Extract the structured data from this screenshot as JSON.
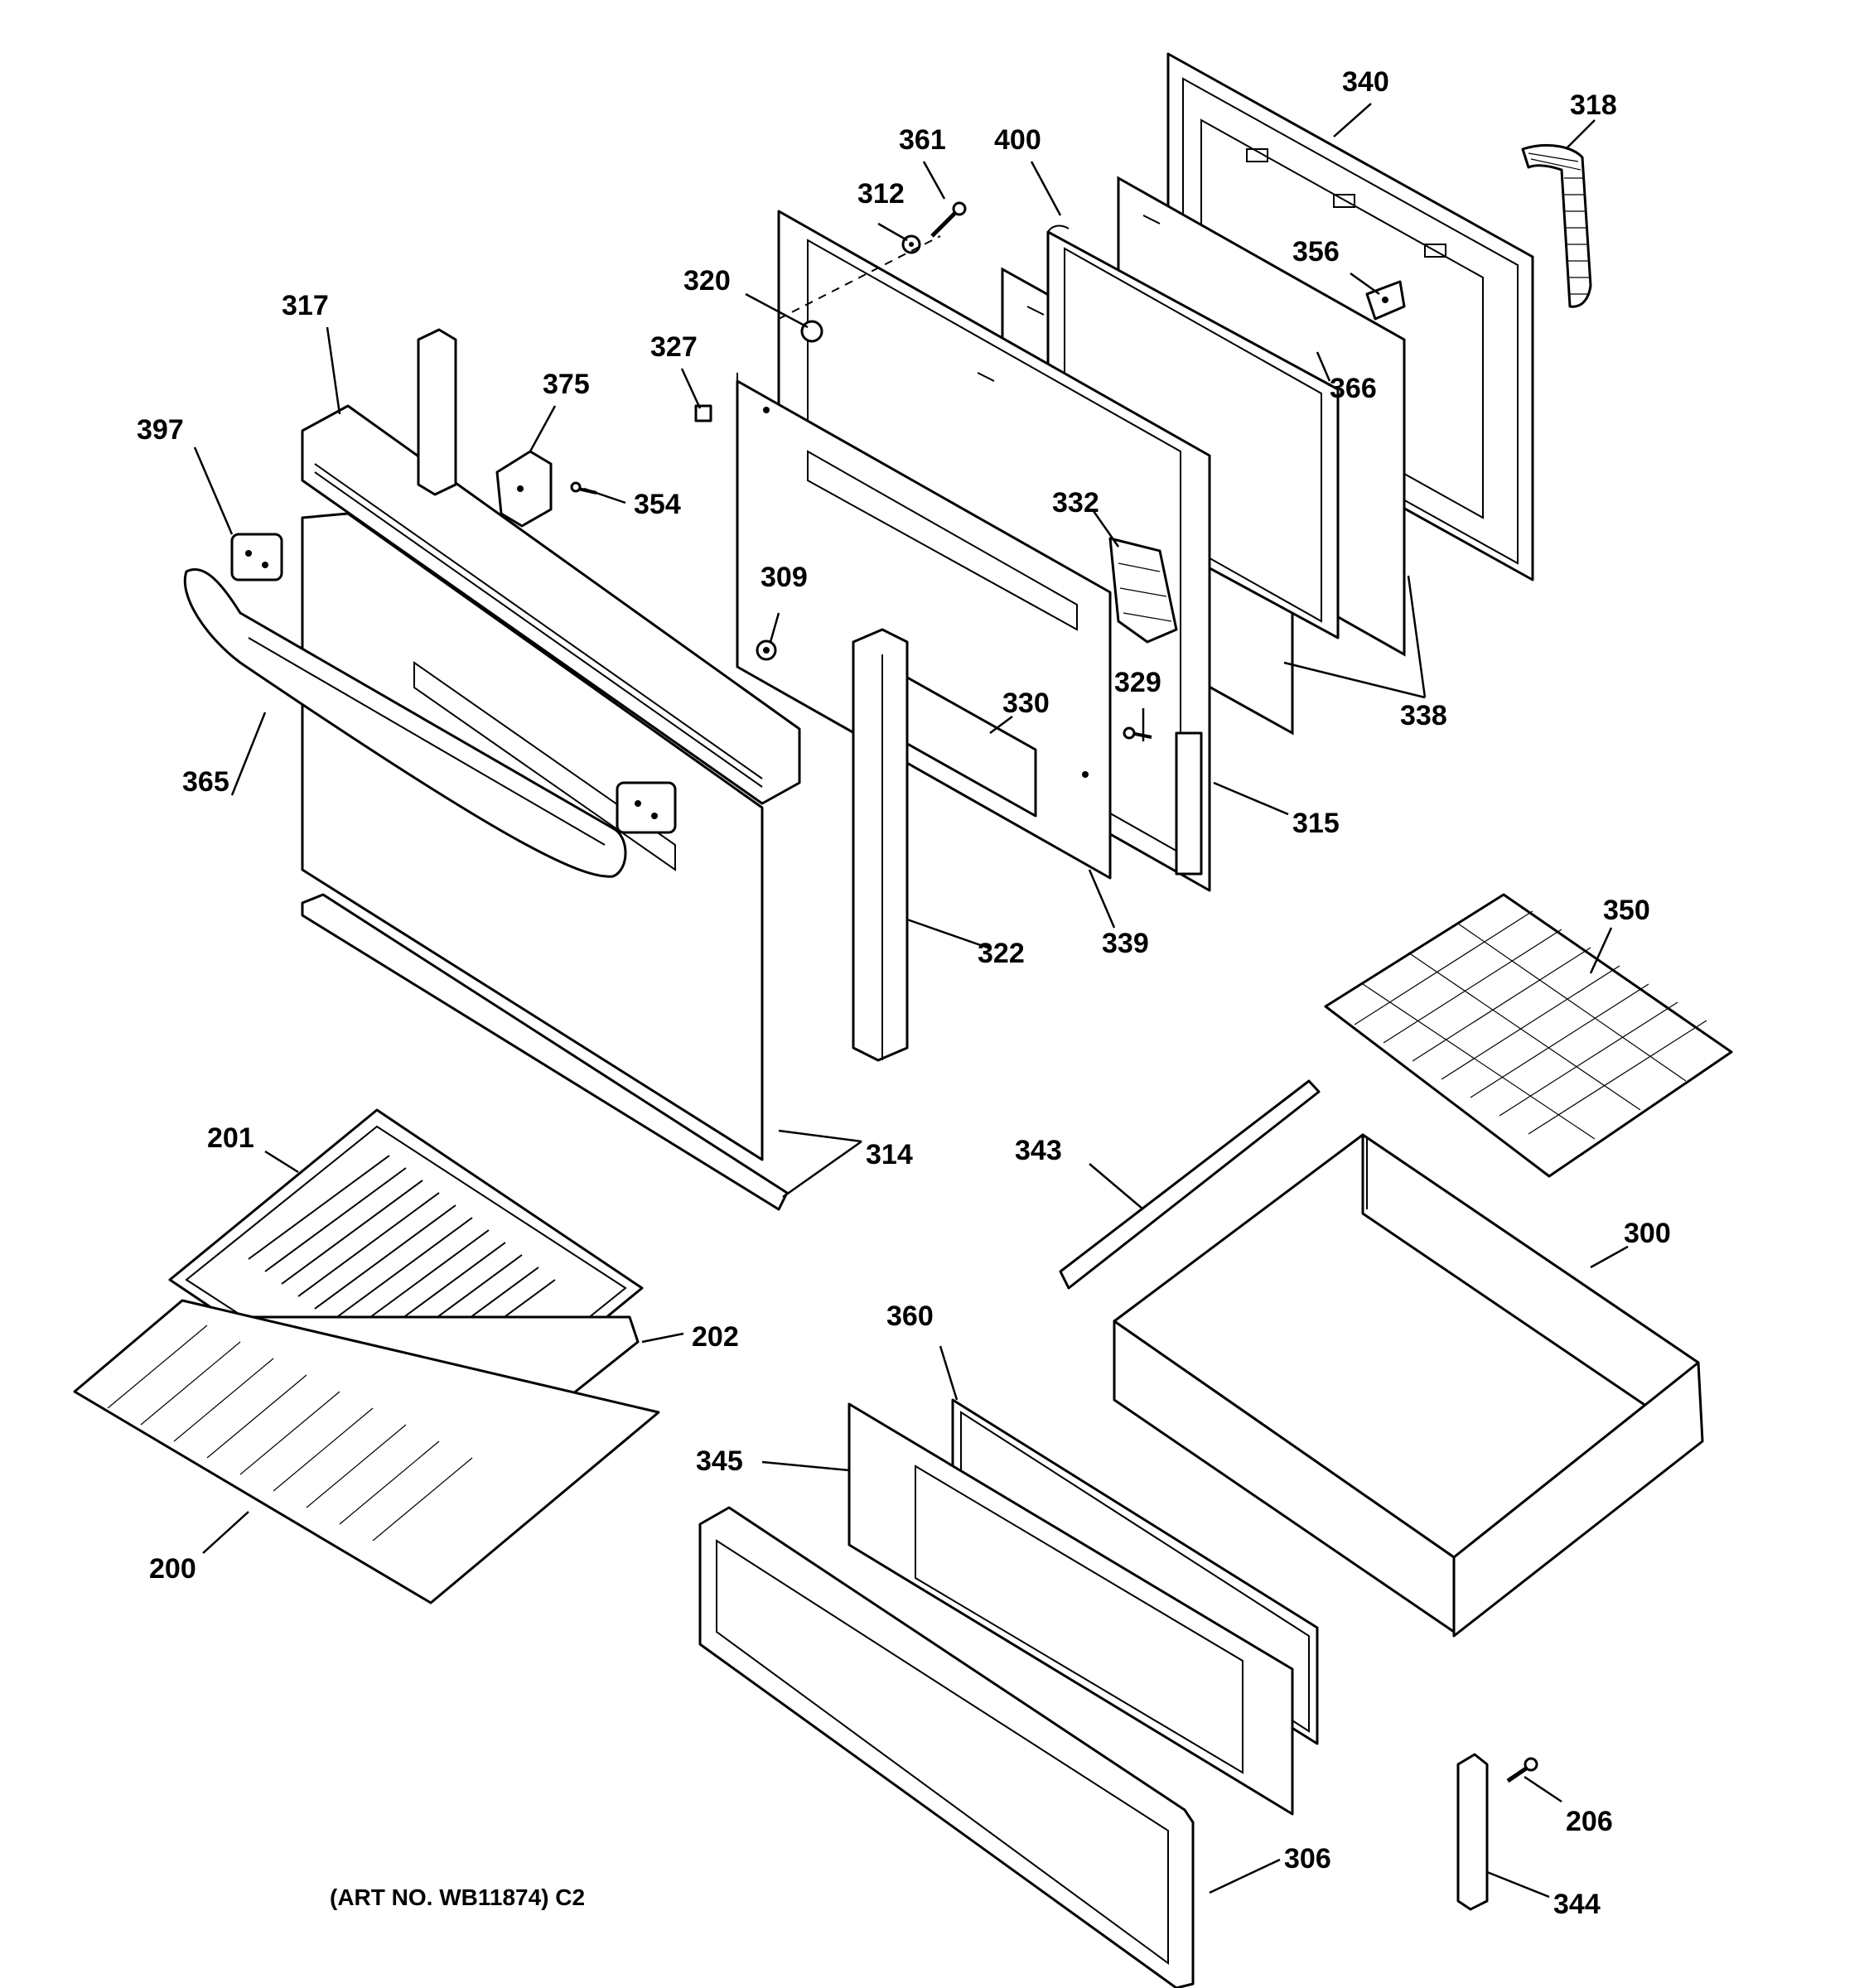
{
  "diagram": {
    "type": "exploded parts diagram",
    "art_number": "(ART NO. WB11874) C2",
    "parts": [
      {
        "id": "p200",
        "label": "200"
      },
      {
        "id": "p201",
        "label": "201"
      },
      {
        "id": "p202",
        "label": "202"
      },
      {
        "id": "p206",
        "label": "206"
      },
      {
        "id": "p300",
        "label": "300"
      },
      {
        "id": "p306",
        "label": "306"
      },
      {
        "id": "p309",
        "label": "309"
      },
      {
        "id": "p312",
        "label": "312"
      },
      {
        "id": "p314",
        "label": "314"
      },
      {
        "id": "p315",
        "label": "315"
      },
      {
        "id": "p317",
        "label": "317"
      },
      {
        "id": "p318",
        "label": "318"
      },
      {
        "id": "p320",
        "label": "320"
      },
      {
        "id": "p322",
        "label": "322"
      },
      {
        "id": "p327",
        "label": "327"
      },
      {
        "id": "p329",
        "label": "329"
      },
      {
        "id": "p330",
        "label": "330"
      },
      {
        "id": "p332",
        "label": "332"
      },
      {
        "id": "p338",
        "label": "338"
      },
      {
        "id": "p339",
        "label": "339"
      },
      {
        "id": "p340",
        "label": "340"
      },
      {
        "id": "p343",
        "label": "343"
      },
      {
        "id": "p344",
        "label": "344"
      },
      {
        "id": "p345",
        "label": "345"
      },
      {
        "id": "p350",
        "label": "350"
      },
      {
        "id": "p354",
        "label": "354"
      },
      {
        "id": "p356",
        "label": "356"
      },
      {
        "id": "p360",
        "label": "360"
      },
      {
        "id": "p361",
        "label": "361"
      },
      {
        "id": "p365",
        "label": "365"
      },
      {
        "id": "p366",
        "label": "366"
      },
      {
        "id": "p375",
        "label": "375"
      },
      {
        "id": "p397",
        "label": "397"
      },
      {
        "id": "p400",
        "label": "400"
      }
    ]
  }
}
